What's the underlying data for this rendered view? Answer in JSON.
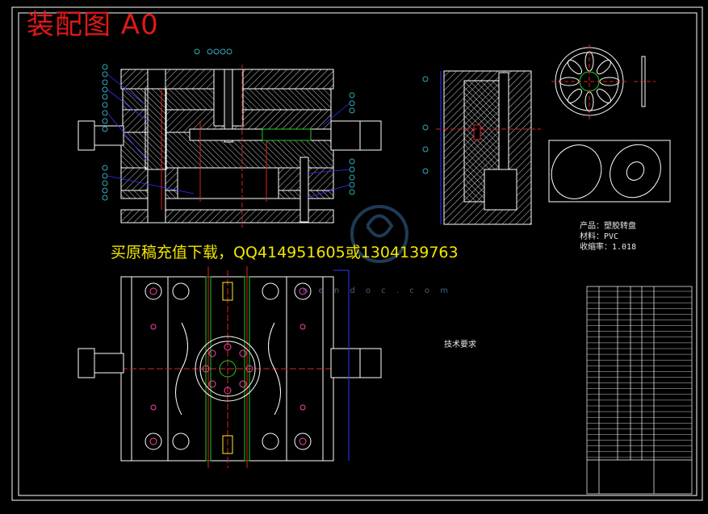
{
  "drawing": {
    "title": "装配图 A0",
    "banner": "买原稿充值下载，QQ414951605或1304139763",
    "watermark_url": "n e n d o c . c o m",
    "product_label": "产品：",
    "product_value": "塑胶转盘",
    "material_label": "材料：",
    "material_value": "PVC",
    "shrink_label": "收缩率：",
    "shrink_value": "1.018",
    "tech_title": "技术要求",
    "colors": {
      "background": "#000000",
      "frame": "#ffffff",
      "title": "#e01818",
      "banner": "#f2e600",
      "dimension": "#3333ff",
      "part_hatch": "#ffffff",
      "highlight": "#22cc22",
      "red_line": "#dd2222"
    }
  }
}
